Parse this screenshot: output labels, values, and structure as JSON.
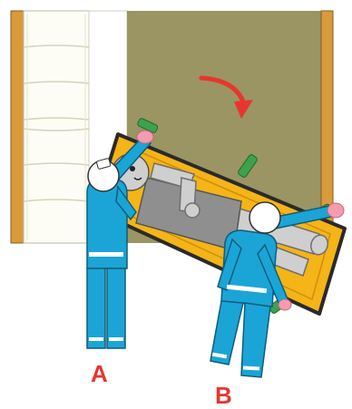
{
  "labels": {
    "rescuer_a": "A",
    "rescuer_b": "B"
  },
  "colors": {
    "wall_frame": "#d99a3c",
    "floor_panel": "#9a9563",
    "bedding": "#ffffff",
    "stretcher": "#f5b417",
    "stretcher_outline": "#2a2a2a",
    "handles": "#3ea14f",
    "rescuer_uniform": "#1aa5d6",
    "reflective_stripe": "#ffffff",
    "patient_body": "#8f8f8f",
    "patient_limbs": "#cfcfcf",
    "gloves": "#f59bb0",
    "arrow": "#e8352f",
    "label": "#e8352f"
  },
  "icons": {
    "rotation": "curved-arrow-down-right"
  }
}
